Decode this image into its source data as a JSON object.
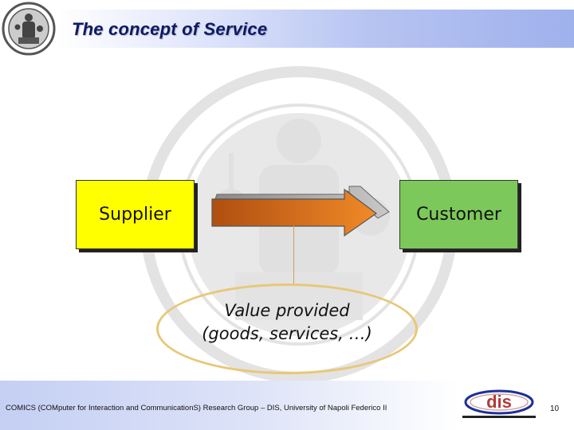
{
  "header": {
    "title": "The concept of Service"
  },
  "diagram": {
    "supplier_label": "Supplier",
    "customer_label": "Customer",
    "value_line1": "Value provided",
    "value_line2": "(goods, services, …)"
  },
  "footer": {
    "text": "COMICS (COMputer for Interaction and CommunicationS) Research Group – DIS, University of Napoli Federico II",
    "logo_text": "dis",
    "page_number": "10"
  },
  "icons": [
    "university-seal-icon",
    "seal-watermark-icon",
    "dis-logo-icon"
  ],
  "colors": {
    "supplier_fill": "#ffff00",
    "customer_fill": "#7dc85a",
    "arrow_start": "#b04e10",
    "arrow_end": "#f08a28",
    "ellipse_stroke": "#e7c877",
    "title_color": "#0d1a66"
  }
}
